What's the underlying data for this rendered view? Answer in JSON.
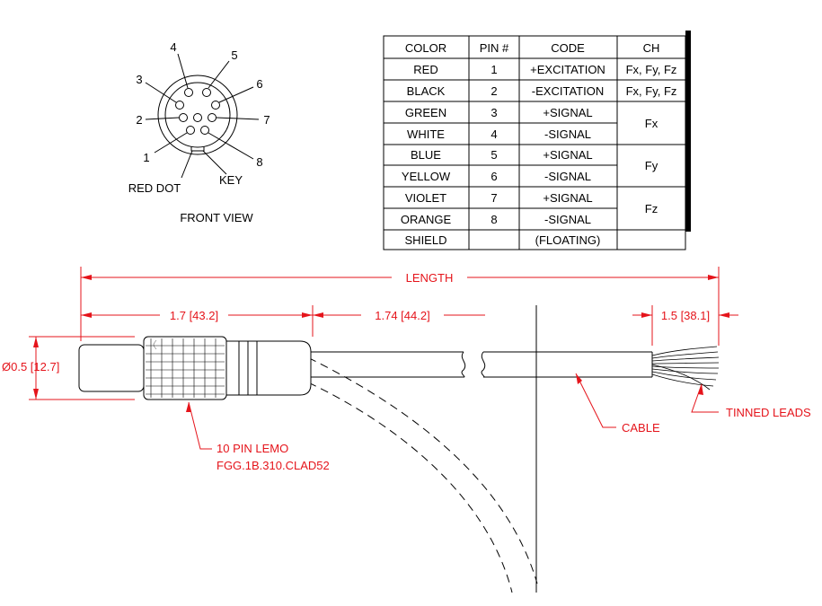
{
  "connector_view": {
    "pin_labels": [
      "1",
      "2",
      "3",
      "4",
      "5",
      "6",
      "7",
      "8"
    ],
    "red_dot_label": "RED DOT",
    "key_label": "KEY",
    "caption": "FRONT VIEW"
  },
  "pin_table": {
    "headers": [
      "COLOR",
      "PIN #",
      "CODE",
      "CH"
    ],
    "rows": [
      {
        "color": "RED",
        "pin": "1",
        "code": "+EXCITATION",
        "ch": "Fx, Fy, Fz"
      },
      {
        "color": "BLACK",
        "pin": "2",
        "code": "-EXCITATION",
        "ch": "Fx, Fy, Fz"
      },
      {
        "color": "GREEN",
        "pin": "3",
        "code": "+SIGNAL",
        "ch": "Fx"
      },
      {
        "color": "WHITE",
        "pin": "4",
        "code": "-SIGNAL",
        "ch": ""
      },
      {
        "color": "BLUE",
        "pin": "5",
        "code": "+SIGNAL",
        "ch": "Fy"
      },
      {
        "color": "YELLOW",
        "pin": "6",
        "code": "-SIGNAL",
        "ch": ""
      },
      {
        "color": "VIOLET",
        "pin": "7",
        "code": "+SIGNAL",
        "ch": "Fz"
      },
      {
        "color": "ORANGE",
        "pin": "8",
        "code": "-SIGNAL",
        "ch": ""
      },
      {
        "color": "SHIELD",
        "pin": "",
        "code": "(FLOATING)",
        "ch": ""
      }
    ]
  },
  "cable_drawing": {
    "length_label": "LENGTH",
    "connector_length": "1.7 [43.2]",
    "strain_relief_length": "1.74 [44.2]",
    "lead_length": "1.5 [38.1]",
    "diameter": "Ø0.5 [12.7]",
    "connector_callout_line1": "10 PIN LEMO",
    "connector_callout_line2": "FGG.1B.310.CLAD52",
    "cable_callout": "CABLE",
    "leads_callout": "TINNED LEADS"
  },
  "colors": {
    "dimension": "#e5141b",
    "line": "#000000"
  }
}
